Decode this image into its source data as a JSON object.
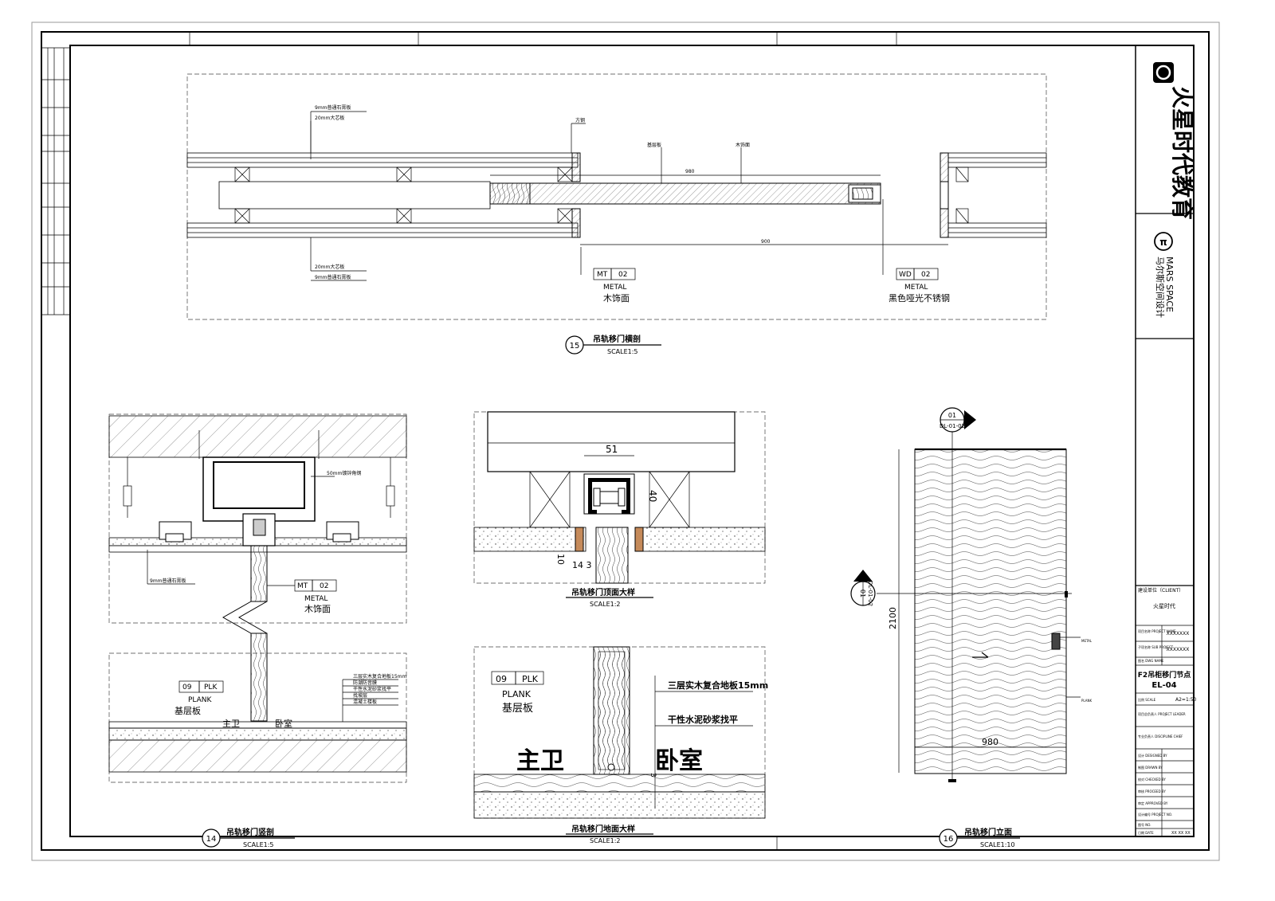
{
  "title_block": {
    "brand_cn": "火星时代教育",
    "brand_en": "MARS SPACE",
    "brand_cn2": "马尔斯空间设计",
    "client_label": "建设单位（CLIENT）",
    "client_name": "火星时代",
    "project_name_label": "项目名称 PROJECT NAME",
    "project_name_value": "XXXXXXX",
    "sub_project_label": "子项名称 SUB PROJECT",
    "sub_project_value": "XXXXXXX",
    "drawing_name_label": "图名 DWG NAME",
    "drawing_name": "F2吊柜移门节点",
    "drawing_no": "EL-04",
    "scale_label": "比例 SCALE",
    "scale_value": "A2=1:50",
    "project_leader": "项目总负责人 PROJECT LEADER",
    "chief_designer": "专业负责人 DISCIPLINE CHIEF",
    "designed_by": "设计 DESIGNED BY",
    "drawn_by": "制图 DRAWN BY",
    "checked_by": "校对 CHECKED BY",
    "proceed_by": "审核 PROCEED BY",
    "approved_by": "审定 APPROVED BY",
    "project_no": "设计编号 PROJECT NO.",
    "sheet_no": "图号 NO.",
    "date_label": "日期 DATE",
    "date_value": "XX XX XX"
  },
  "details": {
    "d15": {
      "num": "15",
      "title": "吊轨移门横剖",
      "scale": "SCALE1:5"
    },
    "d14": {
      "num": "14",
      "title": "吊轨移门竖剖",
      "scale": "SCALE1:5"
    },
    "d_top": {
      "title": "吊轨移门顶面大样",
      "scale": "SCALE1:2"
    },
    "d_floor": {
      "title": "吊轨移门地面大样",
      "scale": "SCALE1:2"
    },
    "d16": {
      "num": "16",
      "title": "吊轨移门立面",
      "scale": "SCALE1:10"
    }
  },
  "tags": {
    "mt02_code": "MT",
    "mt02_num": "02",
    "mt02_cat": "METAL",
    "mt02_desc": "木饰面",
    "wd02_code": "WD",
    "wd02_num": "02",
    "wd02_cat": "METAL",
    "wd02_desc": "黑色哑光不锈钢",
    "plk_code": "09",
    "plk_num": "PLK",
    "plk_cat": "PLANK",
    "plk_desc": "基层板"
  },
  "annotations": {
    "a1": "9mm普通石膏板",
    "a2": "20mm大芯板",
    "a3": "方钢",
    "a4": "基层板",
    "a5": "木饰面",
    "a6": "50mm镀锌角钢",
    "a7": "9mm普通石膏板",
    "a8": "三层实木复合地板15mm",
    "a9": "干性水泥砂浆找平",
    "a10": "主卫",
    "a11": "卧室",
    "floor_l1": "三层实木复合地板15mm",
    "floor_l2": "防潮防音膜",
    "floor_l3": "干性水泥砂浆找平",
    "floor_l4": "找坡层",
    "floor_l5": "混凝土楼板"
  },
  "dims": {
    "d51": "51",
    "d40": "40",
    "d10": "10",
    "d143": "14 3",
    "d3": "3",
    "h2100": "2100",
    "w980": "980",
    "dim980": "980",
    "dim900": "900"
  },
  "section_marks": {
    "top_num": "01",
    "top_ref": "DL-01-02",
    "side_num": "01",
    "side_ref": "DL-01-02"
  }
}
